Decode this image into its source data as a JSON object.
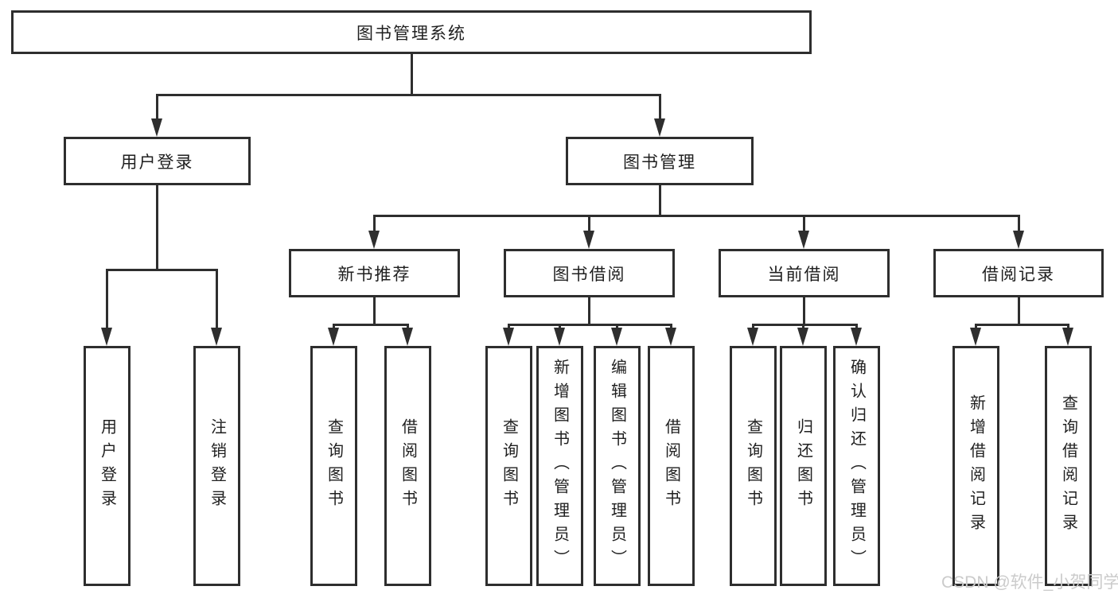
{
  "tree": {
    "root": {
      "label": "图书管理系统"
    },
    "children": [
      {
        "label": "用户登录",
        "children": [
          {
            "label": "用户登录"
          },
          {
            "label": "注销登录"
          }
        ]
      },
      {
        "label": "图书管理",
        "children": [
          {
            "label": "新书推荐",
            "children": [
              {
                "label": "查询图书"
              },
              {
                "label": "借阅图书"
              }
            ]
          },
          {
            "label": "图书借阅",
            "children": [
              {
                "label": "查询图书"
              },
              {
                "label": "新增图书（管理员）"
              },
              {
                "label": "编辑图书（管理员）"
              },
              {
                "label": "借阅图书"
              }
            ]
          },
          {
            "label": "当前借阅",
            "children": [
              {
                "label": "查询图书"
              },
              {
                "label": "归还图书"
              },
              {
                "label": "确认归还（管理员）"
              }
            ]
          },
          {
            "label": "借阅记录",
            "children": [
              {
                "label": "新增借阅记录"
              },
              {
                "label": "查询借阅记录"
              }
            ]
          }
        ]
      }
    ]
  },
  "watermark": {
    "text": "CSDN @软件_小贺同学",
    "color": "#cbcbcb"
  },
  "colors": {
    "line": "#2e2e2e",
    "background": "#ffffff",
    "text": "#1f1f1f"
  }
}
